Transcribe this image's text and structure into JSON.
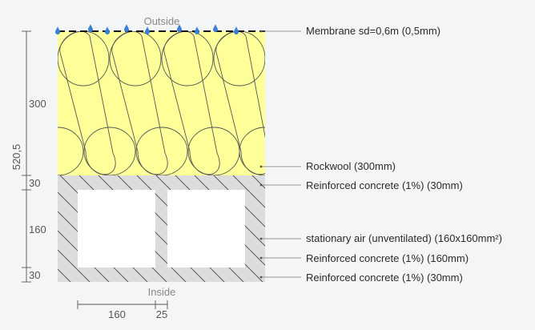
{
  "diagram": {
    "side_top": "Outside",
    "side_bottom": "Inside",
    "total_dim": "520,5",
    "layer_dims": [
      "300",
      "30",
      "160",
      "30"
    ],
    "width_dims": [
      "160",
      "25"
    ],
    "labels": [
      "Membrane sd=0,6m (0,5mm)",
      "Rockwool (300mm)",
      "Reinforced concrete (1%) (30mm)",
      "stationary air (unventilated) (160x160mm²)",
      "Reinforced concrete (1%) (160mm)",
      "Reinforced concrete (1%) (30mm)"
    ]
  },
  "colors": {
    "insulation": "#ffff99",
    "concrete": "#dcdcdc",
    "air": "#ffffff",
    "drop": "#3a7fd5"
  }
}
